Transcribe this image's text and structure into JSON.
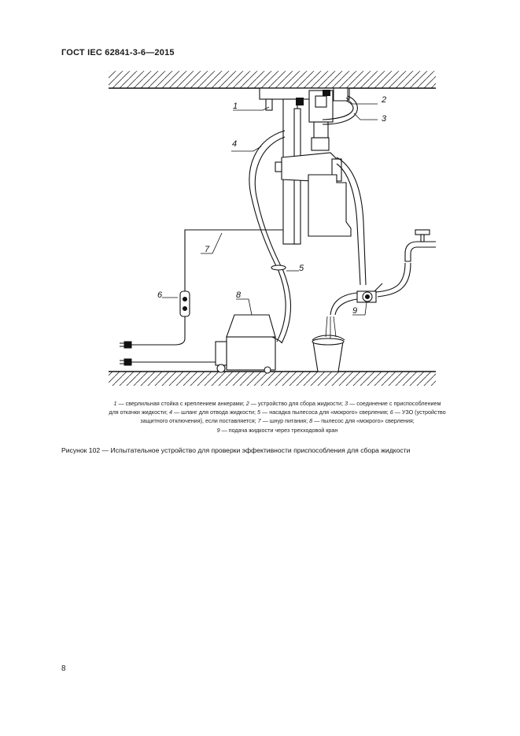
{
  "header": {
    "standard": "ГОСТ IEC 62841-3-6—2015"
  },
  "figure": {
    "labels": [
      "1",
      "2",
      "3",
      "4",
      "5",
      "6",
      "7",
      "8",
      "9"
    ]
  },
  "legend": {
    "lines": [
      [
        {
          "n": "1",
          "t": " — сверлильная стойка с креплением анкерами; "
        },
        {
          "n": "2",
          "t": " — устройство для сбора жидкости; "
        },
        {
          "n": "3",
          "t": " — соединение с приспособлением"
        }
      ],
      [
        {
          "n": "",
          "t": "для откачки жидкости; "
        },
        {
          "n": "4",
          "t": " — шланг для отвода жидкости; "
        },
        {
          "n": "5",
          "t": " — насадка пылесоса для «мокрого» сверления; "
        },
        {
          "n": "6",
          "t": " — УЗО (устройство"
        }
      ],
      [
        {
          "n": "",
          "t": "защитного отключения), если поставляется; "
        },
        {
          "n": "7",
          "t": " — шнур питания; "
        },
        {
          "n": "8",
          "t": " — пылесос для «мокрого» сверления;"
        }
      ],
      [
        {
          "n": "9",
          "t": " — подача жидкости через трехходовой кран"
        }
      ]
    ]
  },
  "caption": "Рисунок 102 — Испытательное устройство для проверки эффективности приспособления для сбора жидкости",
  "page_number": "8"
}
